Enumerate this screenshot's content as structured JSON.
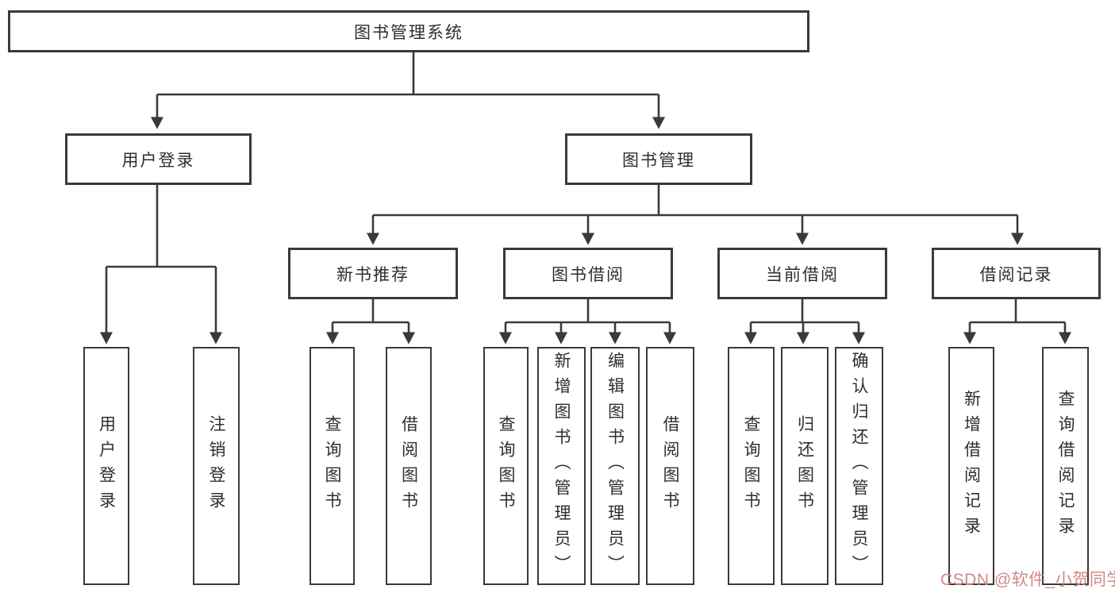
{
  "tree": {
    "root": {
      "label": "图书管理系统"
    },
    "branches": [
      {
        "label": "用户登录",
        "children": [
          {
            "label": "用户登录"
          },
          {
            "label": "注销登录"
          }
        ]
      },
      {
        "label": "图书管理",
        "children": [
          {
            "label": "新书推荐",
            "children": [
              {
                "label": "查询图书"
              },
              {
                "label": "借阅图书"
              }
            ]
          },
          {
            "label": "图书借阅",
            "children": [
              {
                "label": "查询图书"
              },
              {
                "label": "新增图书（管理员）"
              },
              {
                "label": "编辑图书（管理员）"
              },
              {
                "label": "借阅图书"
              }
            ]
          },
          {
            "label": "当前借阅",
            "children": [
              {
                "label": "查询图书"
              },
              {
                "label": "归还图书"
              },
              {
                "label": "确认归还（管理员）"
              }
            ]
          },
          {
            "label": "借阅记录",
            "children": [
              {
                "label": "新增借阅记录"
              },
              {
                "label": "查询借阅记录"
              }
            ]
          }
        ]
      }
    ]
  },
  "watermark": {
    "text": "CSDN @软件_小贺同学"
  },
  "colors": {
    "line": "#3a3a3a",
    "text": "#2e2e2e",
    "background": "#ffffff",
    "watermark": "#d08888"
  }
}
